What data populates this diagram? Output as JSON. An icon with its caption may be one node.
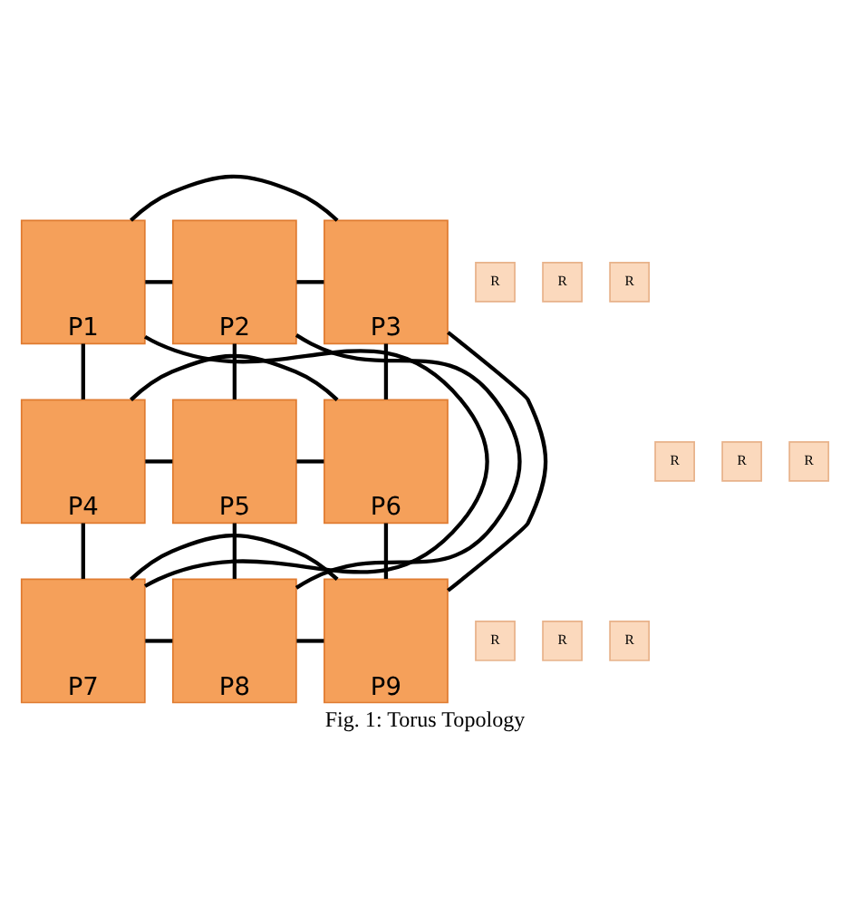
{
  "diagram": {
    "caption": "Fig. 1: Torus Topology",
    "nodes": [
      {
        "text": [
          "P1"
        ]
      },
      {
        "text": [
          "R"
        ]
      },
      {
        "text": [
          "P2"
        ]
      },
      {
        "text": [
          "R"
        ]
      },
      {
        "text": [
          "P3"
        ]
      },
      {
        "text": [
          "R"
        ]
      },
      {
        "text": [
          "P4"
        ]
      },
      {
        "text": [
          "R"
        ]
      },
      {
        "text": [
          "P5"
        ]
      },
      {
        "text": [
          "R"
        ]
      },
      {
        "text": [
          "P6"
        ]
      },
      {
        "text": [
          "R"
        ]
      },
      {
        "text": [
          "P7"
        ]
      },
      {
        "text": [
          "R"
        ]
      },
      {
        "text": [
          "P8"
        ]
      },
      {
        "text": [
          "R"
        ]
      },
      {
        "text": [
          "P9"
        ]
      },
      {
        "text": [
          "R"
        ]
      }
    ],
    "edges": [
      {
        "from": 0,
        "to": 2,
        "arrow": "none"
      },
      {
        "from": 2,
        "to": 4,
        "arrow": "none"
      },
      {
        "from": 6,
        "to": 8,
        "arrow": "none"
      },
      {
        "from": 8,
        "to": 10,
        "arrow": "none"
      },
      {
        "from": 12,
        "to": 14,
        "arrow": "none"
      },
      {
        "from": 14,
        "to": 16,
        "arrow": "none"
      },
      {
        "from": 0,
        "to": 6,
        "arrow": "none"
      },
      {
        "from": 6,
        "to": 12,
        "arrow": "none"
      },
      {
        "from": 2,
        "to": 8,
        "arrow": "none"
      },
      {
        "from": 8,
        "to": 14,
        "arrow": "none"
      },
      {
        "from": 4,
        "to": 10,
        "arrow": "none"
      },
      {
        "from": 10,
        "to": 16,
        "arrow": "none"
      },
      {
        "from": 0,
        "to": 4,
        "arrow": "none"
      },
      {
        "from": 6,
        "to": 10,
        "arrow": "none"
      },
      {
        "from": 12,
        "to": 16,
        "arrow": "none"
      },
      {
        "from": 0,
        "to": 12,
        "arrow": "none"
      },
      {
        "from": 2,
        "to": 14,
        "arrow": "none"
      },
      {
        "from": 4,
        "to": 16,
        "arrow": "none"
      }
    ]
  }
}
